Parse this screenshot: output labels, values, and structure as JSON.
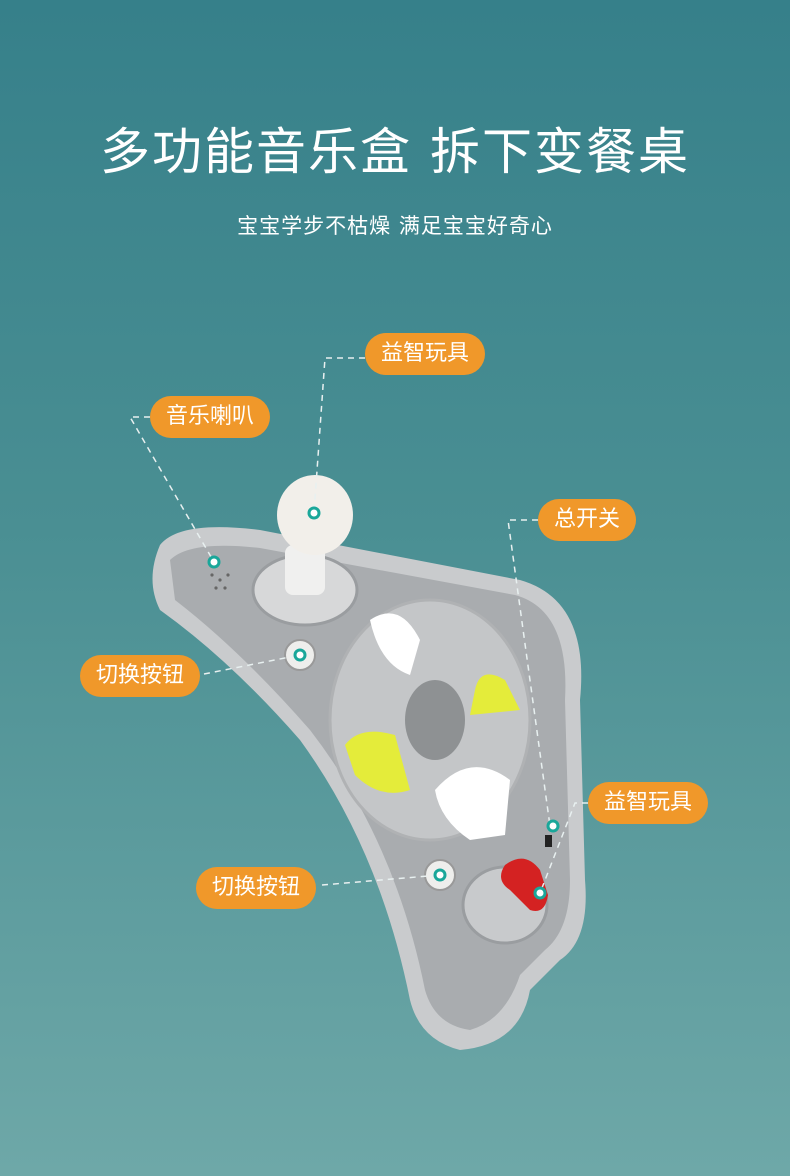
{
  "title": "多功能音乐盒 拆下变餐桌",
  "subtitle": "宝宝学步不枯燥 满足宝宝好奇心",
  "labels": {
    "puzzle_top": "益智玩具",
    "speaker": "音乐喇叭",
    "power_switch": "总开关",
    "switch_button_left": "切换按钮",
    "puzzle_right": "益智玩具",
    "switch_button_bottom": "切换按钮"
  },
  "colors": {
    "tag": "#f0982a",
    "dot": "#1aa79a"
  }
}
